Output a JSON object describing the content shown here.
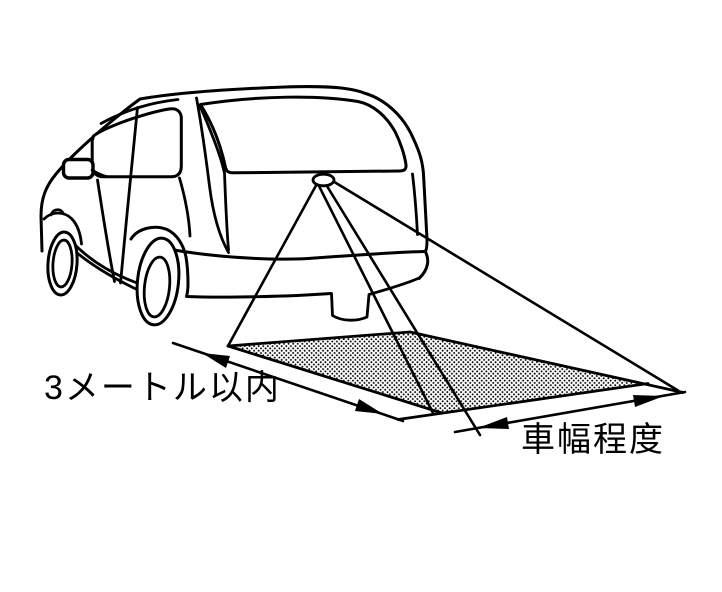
{
  "diagram": {
    "labels": {
      "distance_label": "3メートル以内",
      "width_label": "車幅程度"
    },
    "colors": {
      "line": "#000000",
      "background": "#ffffff",
      "detection_area_dots": "#000000"
    },
    "elements": {
      "vehicle": "minivan-rear-quarter-view",
      "camera": "rear-camera",
      "field_lines": "camera-field-of-view-lines",
      "area": "dotted-detection-area",
      "distance_arrow": "double-headed-arrow",
      "width_arrow": "double-headed-arrow"
    }
  }
}
